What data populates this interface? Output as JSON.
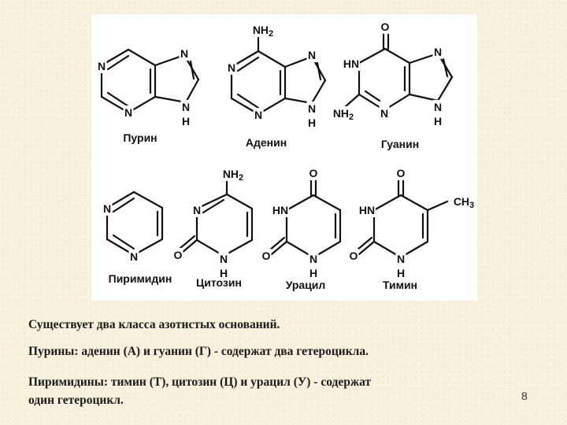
{
  "figure": {
    "structures": [
      {
        "id": "purine",
        "caption": "Пурин",
        "atoms": [
          "N",
          "N",
          "N",
          "N",
          "H"
        ]
      },
      {
        "id": "adenine",
        "caption": "Аденин",
        "atoms": [
          "NH",
          "2",
          "N",
          "N",
          "N",
          "N",
          "H"
        ]
      },
      {
        "id": "guanine",
        "caption": "Гуанин",
        "atoms": [
          "O",
          "HN",
          "N",
          "N",
          "N",
          "H",
          "NH",
          "2"
        ]
      },
      {
        "id": "pyrimidine",
        "caption": "Пиримидин",
        "atoms": [
          "N",
          "N"
        ]
      },
      {
        "id": "cytosine",
        "caption": "Цитозин",
        "atoms": [
          "NH",
          "2",
          "N",
          "O",
          "N",
          "H"
        ]
      },
      {
        "id": "uracil",
        "caption": "Урацил",
        "atoms": [
          "O",
          "HN",
          "O",
          "N",
          "H"
        ]
      },
      {
        "id": "thymine",
        "caption": "Тимин",
        "atoms": [
          "O",
          "HN",
          "CH",
          "3",
          "O",
          "N",
          "H"
        ]
      }
    ]
  },
  "text": {
    "line1": "Существует два класса азотистых оснований.",
    "line2": "Пурины: аденин (А) и гуанин (Г) - содержат два гетероцикла.",
    "line3": "Пиримидины: тимин (Т), цитозин (Ц) и урацил (У) - содержат",
    "line4": "один гетероцикл."
  },
  "page_number": "8"
}
